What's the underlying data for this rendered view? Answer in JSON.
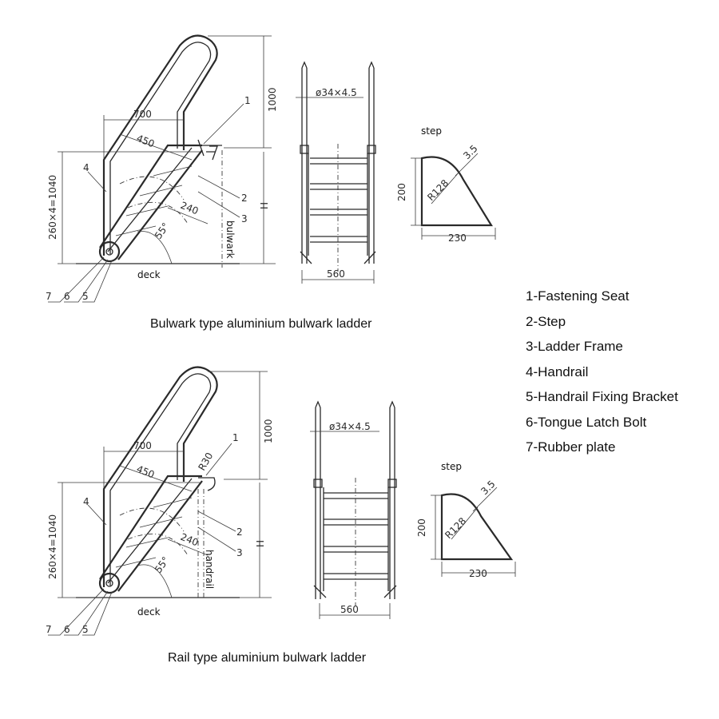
{
  "diagrams": [
    {
      "caption": "Bulwark type aluminium bulwark ladder",
      "side_view": {
        "dims": {
          "width_top": "700",
          "rung_span": "450",
          "height_steps": "260×4=1040",
          "rail_height": "1000",
          "overall": "H",
          "frame_width": "240",
          "angle": "55°"
        },
        "labels": {
          "deck": "deck",
          "support": "bulwark"
        },
        "callouts": [
          "1",
          "2",
          "3",
          "4",
          "5",
          "6",
          "7"
        ]
      },
      "front_view": {
        "tube": "ø34×4.5",
        "width": "560"
      },
      "step_profile": {
        "title": "step",
        "height": "200",
        "radius": "R128",
        "thickness": "3.5",
        "width": "230"
      }
    },
    {
      "caption": "Rail type aluminium bulwark ladder",
      "side_view": {
        "dims": {
          "width_top": "700",
          "rung_span": "450",
          "height_steps": "260×4=1040",
          "rail_height": "1000",
          "overall": "H",
          "frame_width": "240",
          "angle": "55°",
          "radius_top": "R30"
        },
        "labels": {
          "deck": "deck",
          "support": "handrail"
        },
        "callouts": [
          "1",
          "2",
          "3",
          "4",
          "5",
          "6",
          "7"
        ]
      },
      "front_view": {
        "tube": "ø34×4.5",
        "width": "560"
      },
      "step_profile": {
        "title": "step",
        "height": "200",
        "radius": "R128",
        "thickness": "3.5",
        "width": "230"
      }
    }
  ],
  "legend": [
    "1-Fastening Seat",
    "2-Step",
    "3-Ladder Frame",
    "4-Handrail",
    "5-Handrail Fixing Bracket",
    "6-Tongue Latch Bolt",
    "7-Rubber plate"
  ]
}
